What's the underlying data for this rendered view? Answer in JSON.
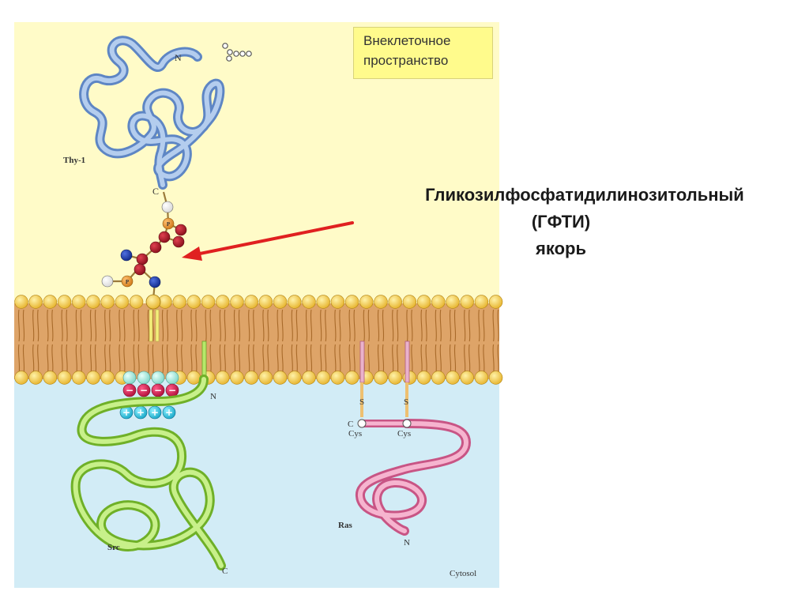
{
  "region_labels": {
    "extracellular": "Внеклеточное пространство",
    "extracellular_line1": "Внеклеточное",
    "extracellular_line2": "пространство",
    "cytosol": "Cytosol"
  },
  "annotation": {
    "line1": "Гликозилфосфатидилинозитольный",
    "line2": "(ГФТИ)",
    "line3": "якорь"
  },
  "proteins": {
    "thy1": {
      "name": "Thy-1",
      "n_term": "N",
      "c_term": "C"
    },
    "src": {
      "name": "Src",
      "n_term": "N",
      "c_term": "C"
    },
    "ras": {
      "name": "Ras",
      "n_term": "N",
      "c_term": "C",
      "cys1": "Cys",
      "cys2": "Cys",
      "s1": "S",
      "s2": "S"
    }
  },
  "anchor_bead_labels": {
    "phosphate": "P"
  },
  "charges": {
    "negative": "−",
    "positive": "+"
  },
  "colors": {
    "extracellular": "#fffbc8",
    "cytosol": "#d2ecf6",
    "bilayer": "#dea468",
    "lipid_head": "#f2c53a",
    "thy1": "#a6c3e6",
    "src": "#9bdc52",
    "ras": "#e581a8",
    "anchor_red": "#b01828",
    "anchor_blue": "#1c3aa8",
    "anchor_orange": "#e89a30",
    "arrow": "#e02020"
  }
}
